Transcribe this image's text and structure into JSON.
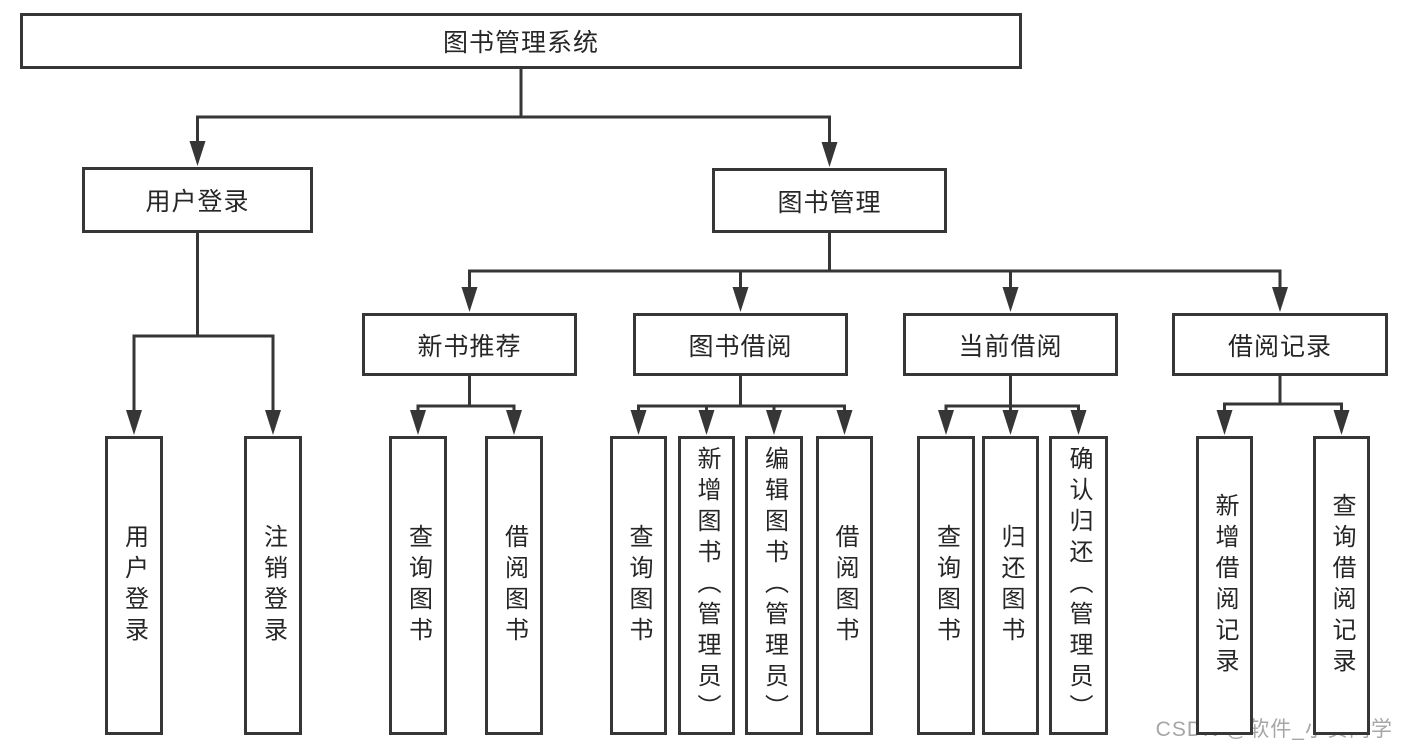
{
  "diagram": {
    "title": "图书管理系统",
    "watermark": "CSDN @软件_小贺同学",
    "colors": {
      "line": "#363636",
      "text": "#262626",
      "background": "#ffffff",
      "watermark": "#a6a6a6"
    },
    "nodes": {
      "root": {
        "label": "图书管理系统"
      },
      "user_login": {
        "label": "用户登录"
      },
      "book_mgmt": {
        "label": "图书管理"
      },
      "new_book_rec": {
        "label": "新书推荐"
      },
      "book_borrow": {
        "label": "图书借阅"
      },
      "current_borrow": {
        "label": "当前借阅"
      },
      "borrow_records": {
        "label": "借阅记录"
      },
      "leaf_user_login": {
        "label": "用户登录"
      },
      "leaf_logout": {
        "label": "注销登录"
      },
      "leaf_nb_query": {
        "label": "查询图书"
      },
      "leaf_nb_borrow": {
        "label": "借阅图书"
      },
      "leaf_bb_query": {
        "label": "查询图书"
      },
      "leaf_bb_add": {
        "label": "新增图书（管理员）"
      },
      "leaf_bb_edit": {
        "label": "编辑图书（管理员）"
      },
      "leaf_bb_borrow": {
        "label": "借阅图书"
      },
      "leaf_cb_query": {
        "label": "查询图书"
      },
      "leaf_cb_return": {
        "label": "归还图书"
      },
      "leaf_cb_confirm": {
        "label": "确认归还（管理员）"
      },
      "leaf_br_add": {
        "label": "新增借阅记录"
      },
      "leaf_br_query": {
        "label": "查询借阅记录"
      }
    },
    "hierarchy": {
      "root": [
        "user_login",
        "book_mgmt"
      ],
      "user_login": [
        "leaf_user_login",
        "leaf_logout"
      ],
      "book_mgmt": [
        "new_book_rec",
        "book_borrow",
        "current_borrow",
        "borrow_records"
      ],
      "new_book_rec": [
        "leaf_nb_query",
        "leaf_nb_borrow"
      ],
      "book_borrow": [
        "leaf_bb_query",
        "leaf_bb_add",
        "leaf_bb_edit",
        "leaf_bb_borrow"
      ],
      "current_borrow": [
        "leaf_cb_query",
        "leaf_cb_return",
        "leaf_cb_confirm"
      ],
      "borrow_records": [
        "leaf_br_add",
        "leaf_br_query"
      ]
    }
  }
}
